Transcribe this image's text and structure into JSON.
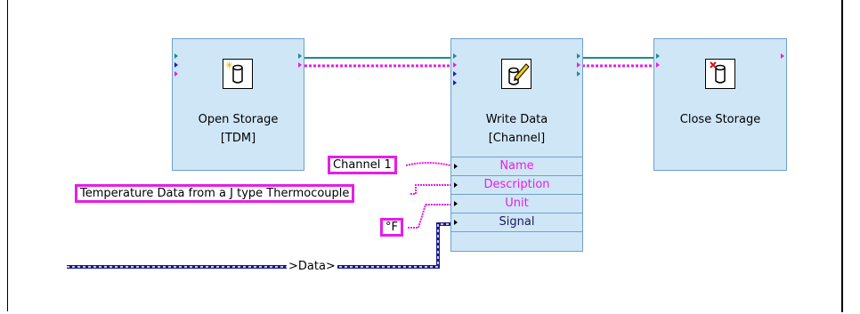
{
  "nodes": {
    "open_storage": {
      "title_line1": "Open Storage",
      "title_line2": "[TDM]"
    },
    "write_data": {
      "title_line1": "Write Data",
      "title_line2": "[Channel]",
      "inputs": [
        "Name",
        "Description",
        "Unit",
        "Signal"
      ]
    },
    "close_storage": {
      "title_line1": "Close Storage"
    }
  },
  "constants": {
    "channel_name": "Channel 1",
    "description": "Temperature Data from a J type Thermocouple",
    "unit": "°F"
  },
  "wire_label": ">Data>",
  "colors": {
    "node_fill": "#cfe6f7",
    "node_border": "#6f9fcc",
    "string_wire": "#e61ee6",
    "refnum_wire": "#1a8c8c",
    "data_wire": "#1a1a8c",
    "input_label": "#e61ee6"
  }
}
